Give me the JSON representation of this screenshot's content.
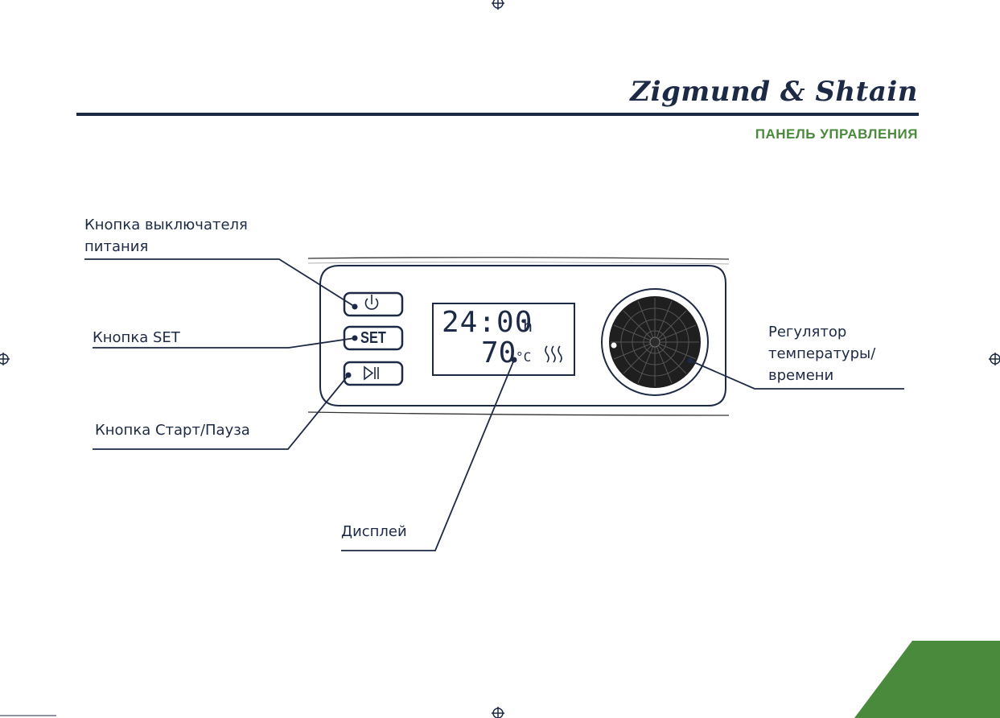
{
  "header": {
    "brand": "Zigmund & Shtain",
    "section_title": "ПАНЕЛЬ УПРАВЛЕНИЯ"
  },
  "labels": {
    "power": [
      "Кнопка выключателя",
      "питания"
    ],
    "set": "Кнопка SET",
    "start_pause": "Кнопка Старт/Пауза",
    "display": "Дисплей",
    "regulator": [
      "Регулятор",
      "температуры/",
      "времени"
    ]
  },
  "buttons": {
    "set_label": "SET"
  },
  "display": {
    "time": "24:00",
    "time_unit": "h",
    "temperature": "70",
    "temp_unit": "°C"
  },
  "colors": {
    "navy": "#1d2a45",
    "green": "#4a8a3c"
  },
  "icons": [
    "power-icon",
    "play-pause-icon",
    "heat-waves-icon",
    "registration-mark-icon"
  ]
}
